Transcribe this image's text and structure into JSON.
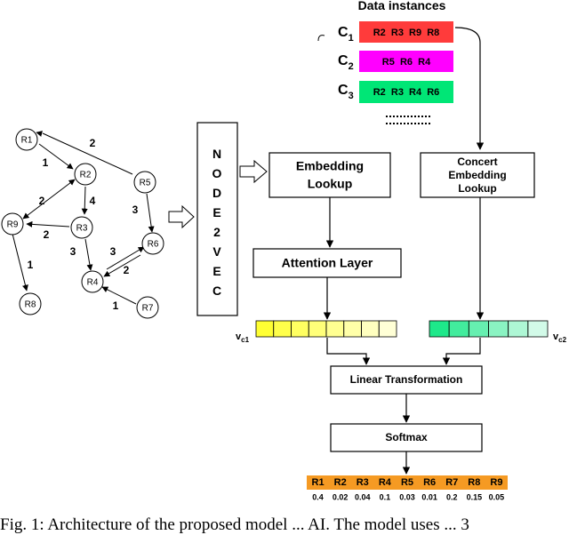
{
  "data_instances": {
    "title": "Data instances",
    "rows": [
      {
        "label_main": "C",
        "label_sub": "1",
        "items": "R2  R3  R9  R8",
        "color": "#ff3b3b"
      },
      {
        "label_main": "C",
        "label_sub": "2",
        "items": "R5  R6  R4",
        "color": "#ff00ff"
      },
      {
        "label_main": "C",
        "label_sub": "3",
        "items": "R2  R3  R4  R6",
        "color": "#00e676"
      }
    ]
  },
  "graph": {
    "nodes": [
      {
        "id": "R1",
        "label": "R1"
      },
      {
        "id": "R2",
        "label": "R2"
      },
      {
        "id": "R3",
        "label": "R3"
      },
      {
        "id": "R4",
        "label": "R4"
      },
      {
        "id": "R5",
        "label": "R5"
      },
      {
        "id": "R6",
        "label": "R6"
      },
      {
        "id": "R7",
        "label": "R7"
      },
      {
        "id": "R8",
        "label": "R8"
      },
      {
        "id": "R9",
        "label": "R9"
      }
    ],
    "edge_weights": [
      "2",
      "1",
      "2",
      "4",
      "3",
      "2",
      "3",
      "3",
      "2",
      "1",
      "1"
    ]
  },
  "node2vec_label": "NODE2VEC",
  "boxes": {
    "embedding_lookup_line1": "Embedding",
    "embedding_lookup_line2": "Lookup",
    "concert_line1": "Concert",
    "concert_line2": "Embedding",
    "concert_line3": "Lookup",
    "attention": "Attention Layer",
    "linear": "Linear Transformation",
    "softmax": "Softmax"
  },
  "vectors": {
    "vc1_main": "v",
    "vc1_sub": "c1",
    "vc2_main": "v",
    "vc2_sub": "c2",
    "vc1_color": "#ffff33",
    "vc2_color": "#1ee88a"
  },
  "output": {
    "labels": [
      "R1",
      "R2",
      "R3",
      "R4",
      "R5",
      "R6",
      "R7",
      "R8",
      "R9"
    ],
    "values": [
      "0.4",
      "0.02",
      "0.04",
      "0.1",
      "0.03",
      "0.01",
      "0.2",
      "0.15",
      "0.05"
    ],
    "color": "#f59a23"
  },
  "caption": "Fig. 1: Architecture of the proposed model ... AI. The model uses ... 3"
}
